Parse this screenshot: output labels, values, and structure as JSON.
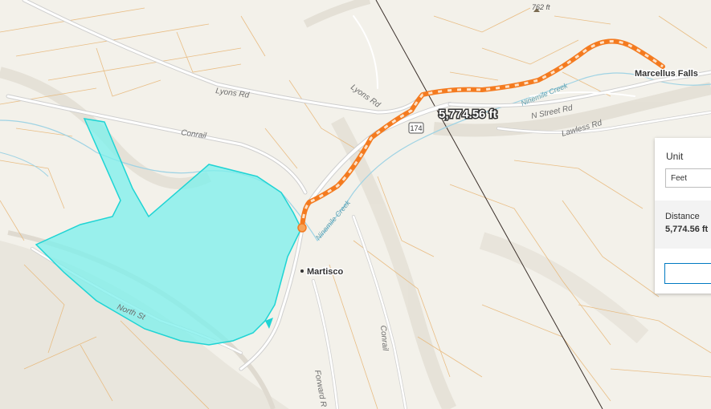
{
  "map": {
    "place_labels": {
      "marcellus_falls": "Marcellus Falls",
      "martisco": "Martisco"
    },
    "road_labels": {
      "lyons_rd_1": "Lyons Rd",
      "lyons_rd_2": "Lyons Rd",
      "conrail_1": "Conrail",
      "conrail_2": "Conrail",
      "north_st": "North St",
      "n_street_rd": "N Street Rd",
      "lawless_rd": "Lawless Rd",
      "forward_rd": "Forward R",
      "route_174": "174"
    },
    "water_labels": {
      "nine_mile_creek_1": "Ninemile Creek",
      "nine_mile_creek_2": "Ninemile Creek"
    },
    "elevation_label": "762 ft",
    "measurement_label": "5,774.56 ft",
    "colors": {
      "measure_line": "#f47b20",
      "polygon_fill": "#7ff0ec",
      "polygon_stroke": "#1fd4d4",
      "parcel_lines": "#e8b87a",
      "background": "#f3f1ea"
    }
  },
  "measure_panel": {
    "unit_label": "Unit",
    "unit_value": "Feet",
    "distance_label": "Distance",
    "distance_value": "5,774.56 ft",
    "button_label": ""
  }
}
